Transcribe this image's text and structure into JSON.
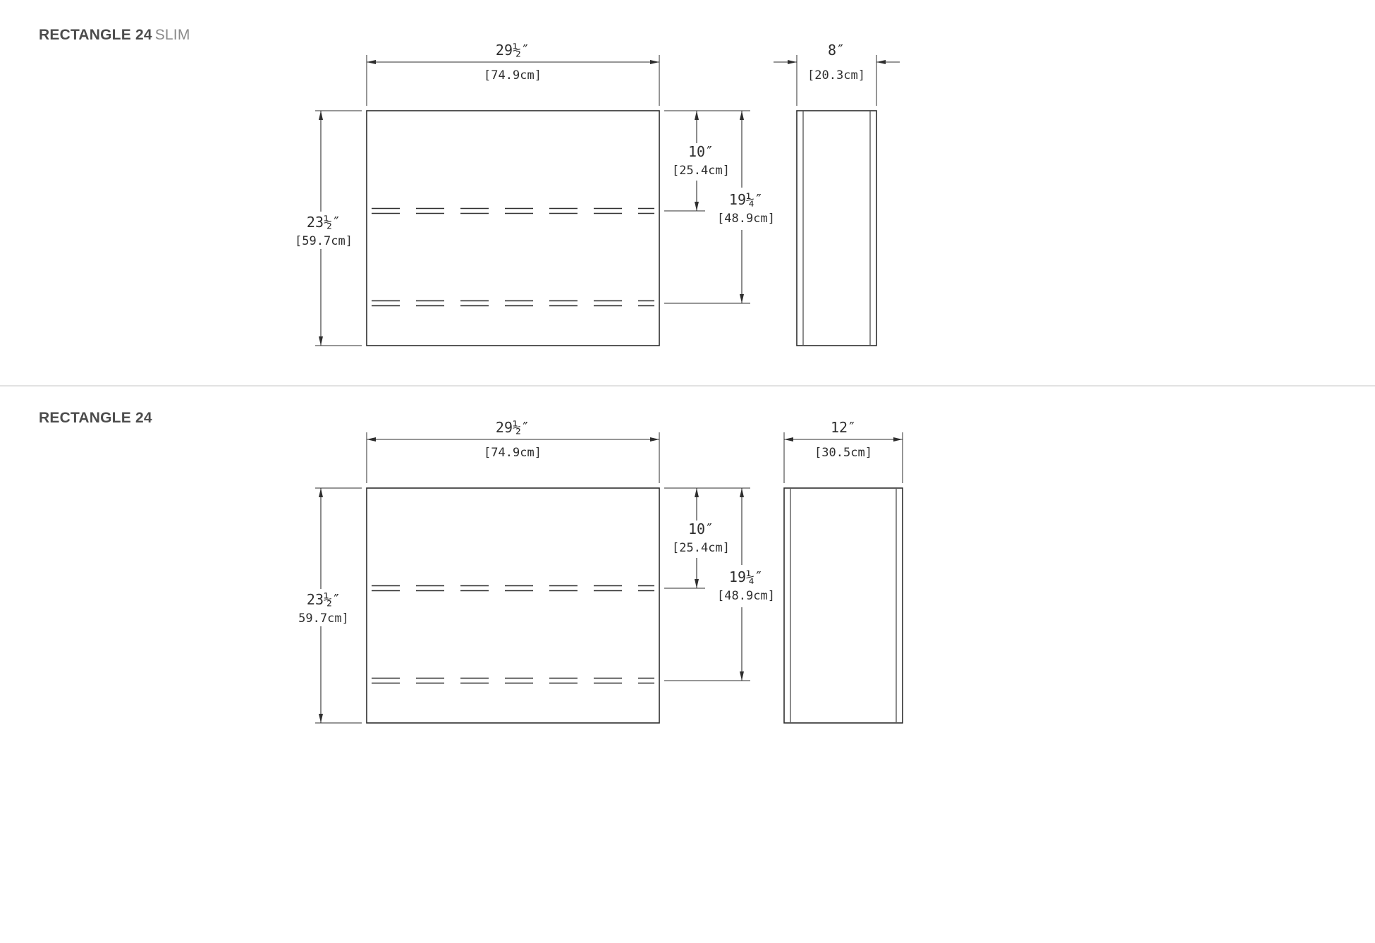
{
  "style": {
    "ink": "#2e2e2e",
    "divider": "#d9d9d9",
    "title_bold_color": "#4c4c4c",
    "title_light_color": "#8a8a8a"
  },
  "sections": [
    {
      "id": "rectangle-24-slim",
      "title_bold": "RECTANGLE 24",
      "title_light": "SLIM",
      "front": {
        "width_in": "29½″",
        "width_cm": "[74.9cm]",
        "height_in": "23½″",
        "height_cm": "[59.7cm]",
        "shelf1_in": "10″",
        "shelf1_cm": "[25.4cm]",
        "shelf2_in": "19¼″",
        "shelf2_cm": "[48.9cm]"
      },
      "side": {
        "depth_in": "8″",
        "depth_cm": "[20.3cm]"
      }
    },
    {
      "id": "rectangle-24",
      "title_bold": "RECTANGLE 24",
      "title_light": "",
      "front": {
        "width_in": "29½″",
        "width_cm": "[74.9cm]",
        "height_in": "23½″",
        "height_cm": "59.7cm]",
        "shelf1_in": "10″",
        "shelf1_cm": "[25.4cm]",
        "shelf2_in": "19¼″",
        "shelf2_cm": "[48.9cm]"
      },
      "side": {
        "depth_in": "12″",
        "depth_cm": "[30.5cm]"
      }
    }
  ]
}
